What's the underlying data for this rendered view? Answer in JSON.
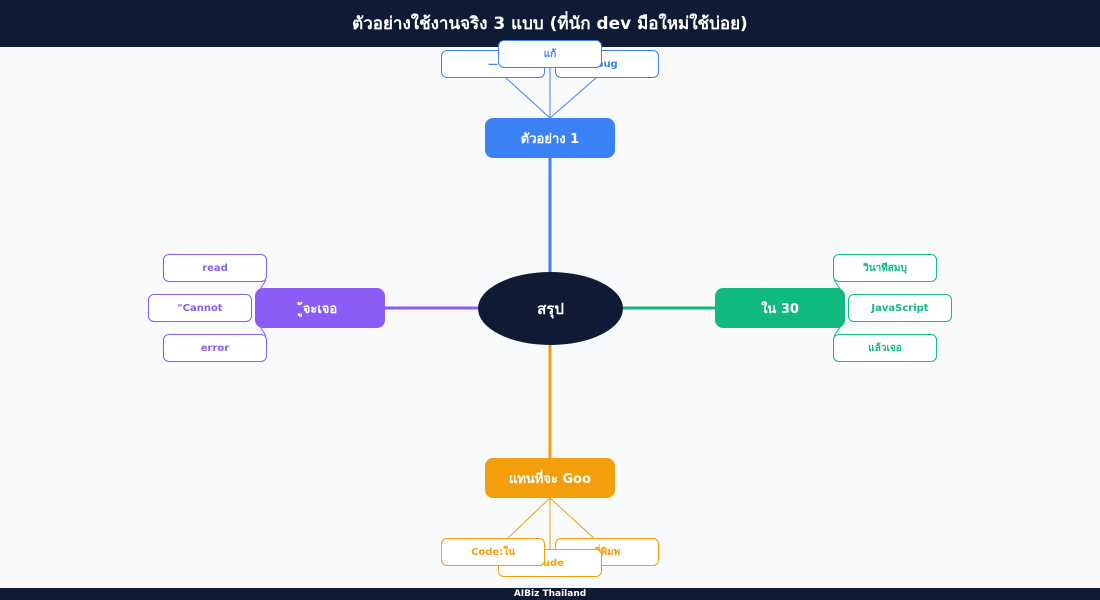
{
  "header": {
    "title": "ตัวอย่างใช้งานจริง 3 แบบ (ที่นัก dev มือใหม่ใช้บ่อย)"
  },
  "footer": {
    "brand": "AIBiz Thailand"
  },
  "colors": {
    "navy": "#0f1b35",
    "blue": "#3b82f6",
    "green": "#10b981",
    "amber": "#f59e0b",
    "purple": "#8b5cf6"
  },
  "mindmap": {
    "center": "สรุป",
    "branches": {
      "top": {
        "label": "ตัวอย่าง 1",
        "leaves": {
          "left": "—",
          "middle": "แก้",
          "right": "bug"
        }
      },
      "right": {
        "label": "ใน 30",
        "leaves": {
          "top": "วินาทีสมบุ",
          "middle": "JavaScript",
          "bottom": "แล้วเจอ"
        }
      },
      "bottom": {
        "label": "แทนที่จะ Goo",
        "leaves": {
          "left": "Code:ใน",
          "middle": "aude",
          "right": "ที่พิมพ"
        }
      },
      "left": {
        "label": "ู้จะเจอ",
        "leaves": {
          "top": "read",
          "middle": "\"Cannot",
          "bottom": "error"
        }
      }
    }
  }
}
